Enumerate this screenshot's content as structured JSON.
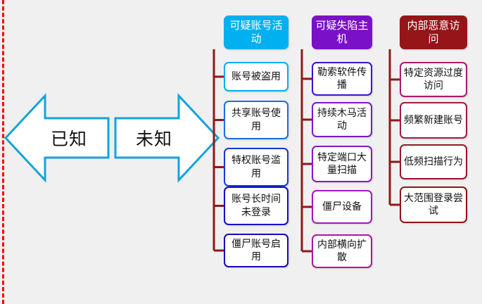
{
  "background_color": "#f0f0f0",
  "divider": {
    "name": "dashed-boundary",
    "color": "#ff0000",
    "style": "dashed"
  },
  "arrows": [
    {
      "label": "已知",
      "direction": "left",
      "outline_color": "#14a3dc",
      "fill_color": "#ffffff"
    },
    {
      "label": "未知",
      "direction": "right",
      "outline_color": "#14a3dc",
      "fill_color": "#ffffff"
    }
  ],
  "connector_color": "#8b1a1a",
  "columns": [
    {
      "header": "可疑账号活动",
      "header_color": "#00b0f0",
      "children": [
        {
          "label": "账号被盗用",
          "border_color": "#00b0f0"
        },
        {
          "label": "共享账号使用",
          "border_color": "#1a6fe0"
        },
        {
          "label": "特权账号滥用",
          "border_color": "#1538d8"
        },
        {
          "label": "账号长时间未登录",
          "border_color": "#1208d0"
        },
        {
          "label": "僵尸账号启用",
          "border_color": "#1a06b8"
        }
      ]
    },
    {
      "header": "可疑失陷主机",
      "header_color": "#7a10c8",
      "children": [
        {
          "label": "勒索软件传播",
          "border_color": "#3a12d8"
        },
        {
          "label": "持续木马活动",
          "border_color": "#7a18d0"
        },
        {
          "label": "特定端口大量扫描",
          "border_color": "#8a16c8"
        },
        {
          "label": "僵尸设备",
          "border_color": "#a517c0"
        },
        {
          "label": "内部横向扩散",
          "border_color": "#a9189e"
        }
      ]
    },
    {
      "header": "内部恶意访问",
      "header_color": "#951519",
      "children": [
        {
          "label": "特定资源过度访问",
          "border_color": "#a81a70"
        },
        {
          "label": "频繁新建账号",
          "border_color": "#a11a45"
        },
        {
          "label": "低频扫描行为",
          "border_color": "#981727"
        },
        {
          "label": "大范围登录尝试",
          "border_color": "#8e1418"
        }
      ]
    }
  ]
}
